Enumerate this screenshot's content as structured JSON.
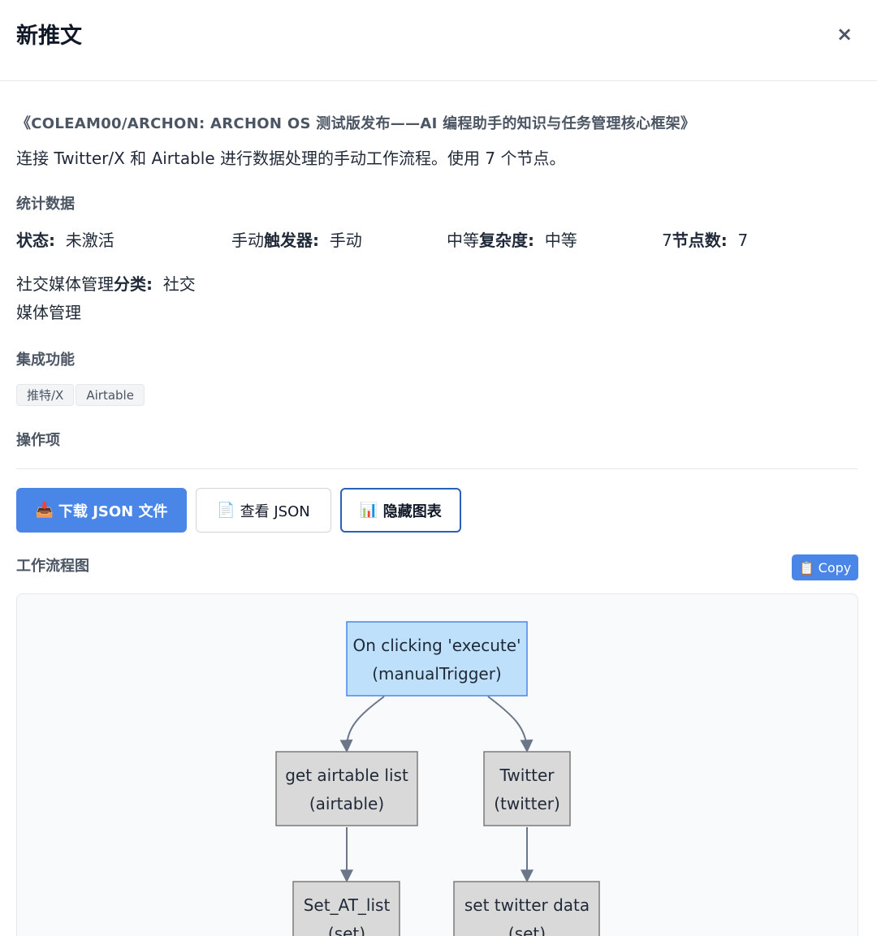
{
  "header": {
    "title": "新推文",
    "close": "×"
  },
  "workflow": {
    "title": "《COLEAM00/ARCHON: ARCHON OS 测试版发布——AI 编程助手的知识与任务管理核心框架》",
    "description": "连接 Twitter/X 和 Airtable 进行数据处理的手动工作流程。使用 7 个节点。"
  },
  "stats": {
    "section_label": "统计数据",
    "status": {
      "label": "状态:",
      "value": "未激活"
    },
    "trigger": {
      "prefix": "手动",
      "label": "触发器:",
      "value": "手动"
    },
    "complexity": {
      "prefix": "中等",
      "label": "复杂度:",
      "value": "中等"
    },
    "nodes": {
      "prefix": "7",
      "label": "节点数:",
      "value": "7"
    },
    "category": {
      "prefix": "社交媒体管理",
      "label": "分类:",
      "value": "社交媒体管理"
    }
  },
  "integrations": {
    "section_label": "集成功能",
    "tags": [
      "推特/X",
      "Airtable"
    ]
  },
  "actions": {
    "section_label": "操作项",
    "download": {
      "icon": "📥",
      "label": "下载 JSON 文件"
    },
    "view": {
      "icon": "📄",
      "label": "查看 JSON"
    },
    "hide_chart": {
      "icon": "📊",
      "label": "隐藏图表"
    }
  },
  "diagram": {
    "section_label": "工作流程图",
    "copy": {
      "icon": "📋",
      "label": "Copy"
    },
    "nodes": [
      {
        "id": "trigger",
        "line1": "On clicking 'execute'",
        "line2": "(manualTrigger)",
        "kind": "trigger"
      },
      {
        "id": "airtable",
        "line1": "get airtable list",
        "line2": "(airtable)",
        "kind": "action"
      },
      {
        "id": "twitter",
        "line1": "Twitter",
        "line2": "(twitter)",
        "kind": "action"
      },
      {
        "id": "set_at",
        "line1": "Set_AT_list",
        "line2": "(set)",
        "kind": "action"
      },
      {
        "id": "set_tw",
        "line1": "set twitter data",
        "line2": "(set)",
        "kind": "action"
      }
    ],
    "colors": {
      "trigger_fill": "#bfe0fb",
      "trigger_stroke": "#4a86e8",
      "node_fill": "#d9d9d9",
      "node_stroke": "#7a7a7a",
      "edge": "#6b7789"
    }
  }
}
